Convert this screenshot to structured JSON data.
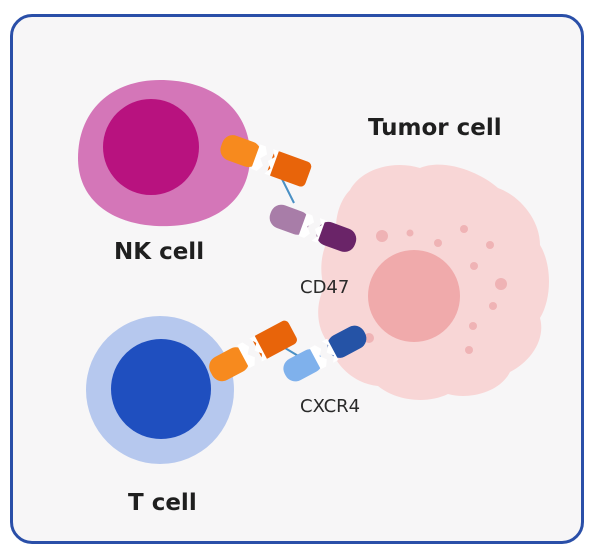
{
  "labels": {
    "tumor_cell": "Tumor cell",
    "nk_cell": "NK cell",
    "t_cell": "T cell",
    "cd47": "CD47",
    "cxcr4": "CXCR4"
  },
  "colors": {
    "frame_border": "#2a4fa8",
    "nk_outer": "#d476b8",
    "nk_nucleus": "#b8127f",
    "t_outer": "#b6c8ee",
    "t_nucleus": "#1f4fbf",
    "tumor_body": "#f8d6d6",
    "tumor_nucleus": "#f0aaab",
    "tumor_granule": "#efb3b5",
    "receptor_orange": "#f78a1e",
    "receptor_orange_dark": "#e8640a",
    "cd47_dark": "#6a2468",
    "cd47_light": "#a87da8",
    "cxcr4_dark": "#2553a6",
    "cxcr4_light": "#7fb1ec",
    "linker": "#4a90c4"
  }
}
